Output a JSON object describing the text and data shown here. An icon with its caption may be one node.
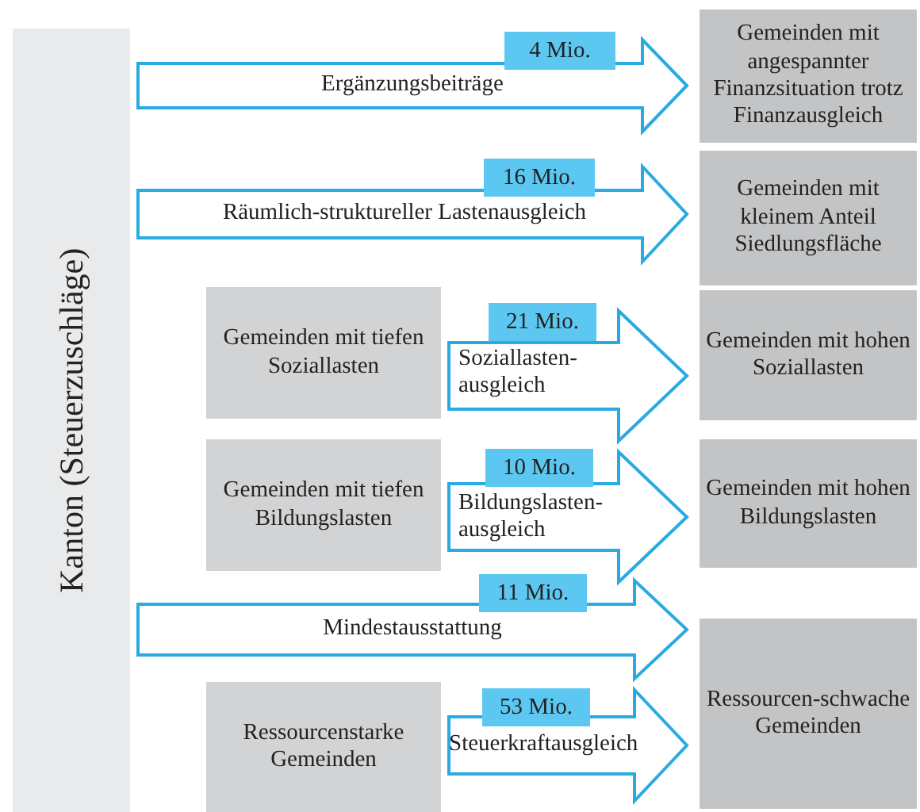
{
  "diagram": {
    "nodes": [
      {
        "text": [
          "Kanton (Steuerzuschläge)"
        ]
      },
      {
        "text": [
          "Gemeinden mit angespannter Finanzsituation trotz Finanzausgleich"
        ]
      },
      {
        "text": [
          "Gemeinden mit kleinem Anteil Siedlungsfläche"
        ]
      },
      {
        "text": [
          "Gemeinden mit tiefen Soziallasten"
        ]
      },
      {
        "text": [
          "Gemeinden mit hohen Soziallasten"
        ]
      },
      {
        "text": [
          "Gemeinden mit tiefen Bildungslasten"
        ]
      },
      {
        "text": [
          "Gemeinden mit hohen Bildungslasten"
        ]
      },
      {
        "text": [
          "Ressourcenstarke Gemeinden"
        ]
      },
      {
        "text": [
          "Ressourcen-schwache Gemeinden"
        ]
      }
    ],
    "edges": [
      {
        "from": 0,
        "to": 1,
        "arrow": "to",
        "label": "Ergänzungsbeiträge"
      },
      {
        "from": 0,
        "to": 2,
        "arrow": "to",
        "label": "Räumlich-struktureller Lastenausgleich"
      },
      {
        "from": 3,
        "to": 4,
        "arrow": "to",
        "label": "Soziallasten-ausgleich"
      },
      {
        "from": 5,
        "to": 6,
        "arrow": "to",
        "label": "Bildungslasten-ausgleich"
      },
      {
        "from": 0,
        "to": 8,
        "arrow": "to",
        "label": "Mindestausstattung"
      },
      {
        "from": 7,
        "to": 8,
        "arrow": "to",
        "label": "Steuerkraftausgleich"
      }
    ],
    "labels": [
      "4 Mio.",
      "16 Mio.",
      "21 Mio.",
      "10 Mio.",
      "11 Mio.",
      "53 Mio."
    ]
  }
}
